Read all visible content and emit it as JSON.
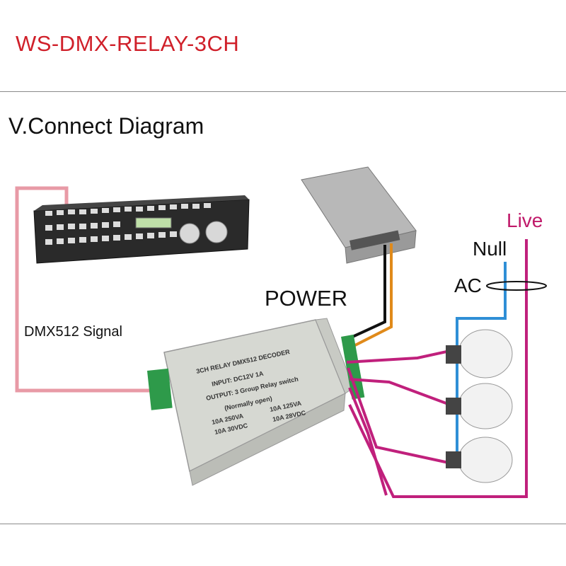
{
  "title": "WS-DMX-RELAY-3CH",
  "heading": "V.Connect Diagram",
  "labels": {
    "power": "POWER",
    "dmx_signal": "DMX512 Signal",
    "null": "Null",
    "live": "Live",
    "ac": "AC"
  },
  "decoder": {
    "title": "3CH RELAY DMX512 DECODER",
    "input": "INPUT: DC12V 1A",
    "output": "OUTPUT: 3 Group Relay switch",
    "output_note": "(Normally open)",
    "rating_1": "10A 250VA",
    "rating_2": "10A 125VA",
    "rating_3": "10A 30VDC",
    "rating_4": "10A 28VDC"
  },
  "colors": {
    "title": "#d0202a",
    "dmx_wire": "#e89aa6",
    "relay_wire": "#c0207c",
    "null_wire": "#2f8fd6",
    "power_wire_1": "#111111",
    "power_wire_2": "#e08a1a"
  }
}
